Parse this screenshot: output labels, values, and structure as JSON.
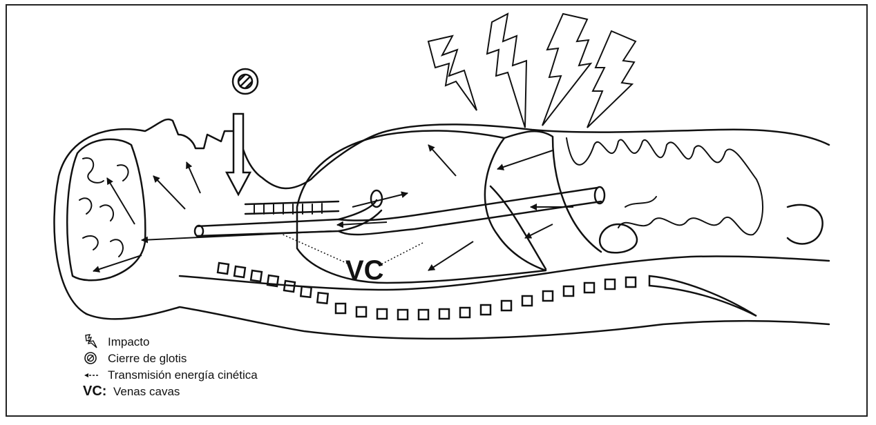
{
  "diagram": {
    "vc_label": "VC",
    "colors": {
      "line": "#111111",
      "background": "#ffffff"
    },
    "icons": [
      "lightning-icon",
      "glottis-closure-icon",
      "arrow-icon"
    ]
  },
  "legend": {
    "items": [
      {
        "icon": "lightning-icon",
        "text": "Impacto"
      },
      {
        "icon": "glottis-closure-icon",
        "text": "Cierre de glotis"
      },
      {
        "icon": "arrow-icon",
        "text": "Transmisión energía cinética"
      }
    ],
    "vc": {
      "key": "VC:",
      "text": "Venas cavas"
    }
  }
}
